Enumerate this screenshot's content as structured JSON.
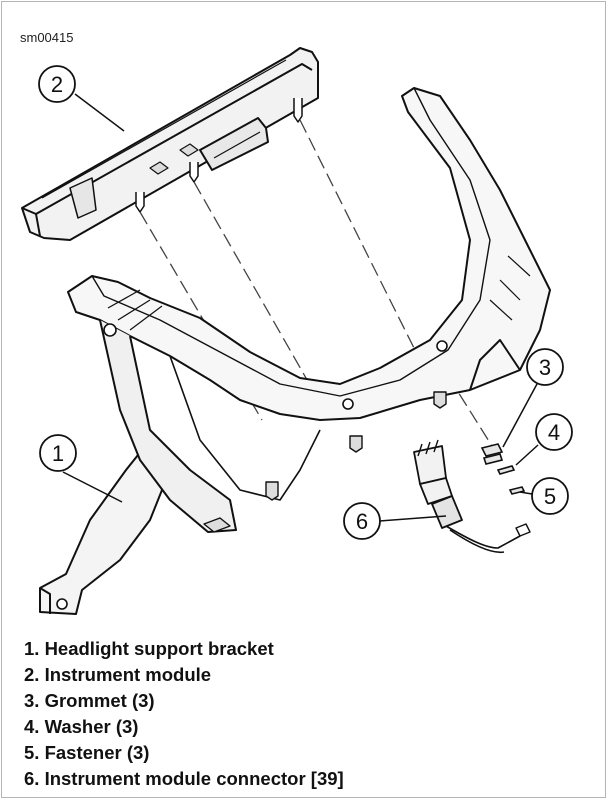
{
  "figure_id": "sm00415",
  "callouts": [
    "1",
    "2",
    "3",
    "4",
    "5",
    "6"
  ],
  "legend": [
    "1. Headlight support bracket",
    "2. Instrument module",
    "3. Grommet (3)",
    "4. Washer (3)",
    "5. Fastener (3)",
    "6. Instrument module connector [39]"
  ]
}
